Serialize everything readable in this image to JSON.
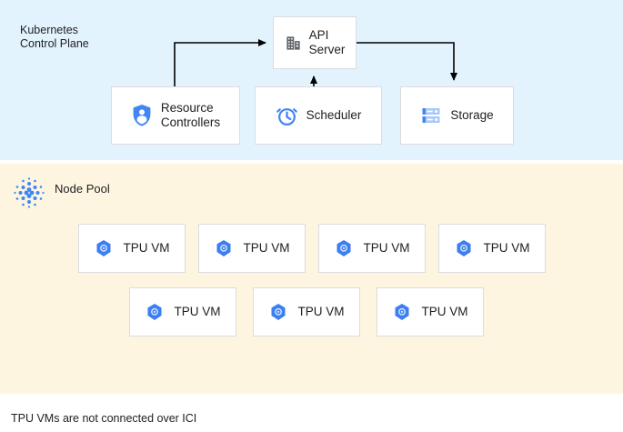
{
  "control_plane": {
    "title": "Kubernetes\nControl Plane",
    "background_color": "#e3f3fd",
    "nodes": [
      {
        "id": "api-server",
        "label": "API\nServer",
        "icon": "building-icon",
        "icon_color": "#5f6368"
      },
      {
        "id": "resource-controllers",
        "label": "Resource\nControllers",
        "icon": "shield-user-icon",
        "icon_color": "#4285f4"
      },
      {
        "id": "scheduler",
        "label": "Scheduler",
        "icon": "alarm-clock-icon",
        "icon_color": "#4285f4"
      },
      {
        "id": "storage",
        "label": "Storage",
        "icon": "server-rack-icon",
        "icon_color": "#4285f4"
      }
    ],
    "connections": [
      {
        "from": "resource-controllers",
        "to": "api-server",
        "direction": "to-api-server"
      },
      {
        "from": "scheduler",
        "to": "api-server",
        "direction": "to-api-server"
      },
      {
        "from": "api-server",
        "to": "storage",
        "direction": "to-storage"
      }
    ]
  },
  "node_pool": {
    "title": "Node Pool",
    "background_color": "#fdf5e0",
    "icon": "dot-matrix-icon",
    "icon_color": "#4285f4",
    "vm_label": "TPU VM",
    "vm_icon": "tpu-hex-icon",
    "vm_icon_color": "#3b7ff0",
    "rows": [
      {
        "count": 4,
        "vms": [
          "TPU VM",
          "TPU VM",
          "TPU VM",
          "TPU VM"
        ]
      },
      {
        "count": 3,
        "vms": [
          "TPU VM",
          "TPU VM",
          "TPU VM"
        ]
      }
    ]
  },
  "footnote": "TPU VMs are not connected over ICI"
}
